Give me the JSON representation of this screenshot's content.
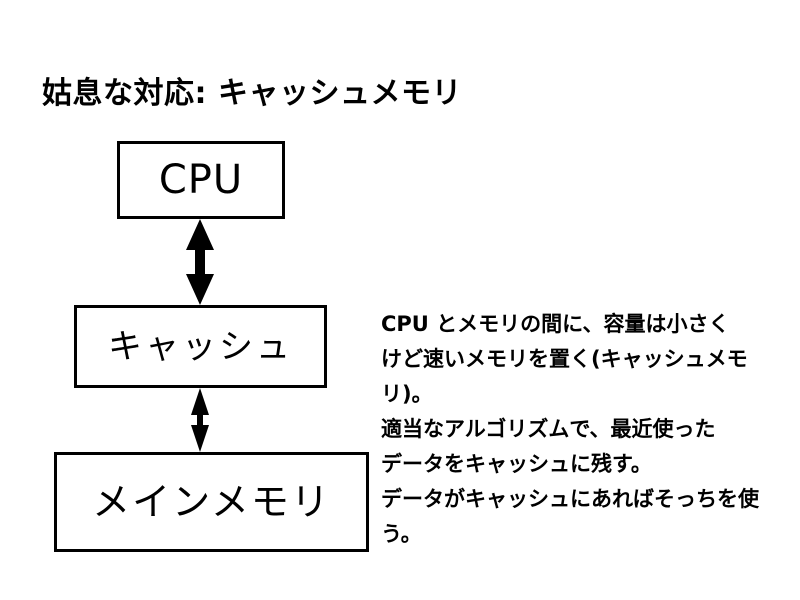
{
  "slide": {
    "title": "姑息な対応: キャッシュメモリ",
    "background_color": "#ffffff",
    "ink_color": "#000000"
  },
  "diagram": {
    "boxes": [
      {
        "id": "cpu",
        "label": "CPU"
      },
      {
        "id": "cache",
        "label": "キャッシュ"
      },
      {
        "id": "mainmem",
        "label": "メインメモリ"
      }
    ],
    "arrows": [
      {
        "id": "cpu-cache",
        "from": "cpu",
        "to": "cache",
        "style": "double-headed-vertical"
      },
      {
        "id": "cache-mem",
        "from": "cache",
        "to": "mainmem",
        "style": "double-headed-vertical"
      }
    ]
  },
  "explanation": {
    "lines": [
      "CPU とメモリの間に、容量は小さく",
      "けど速いメモリを置く(キャッシュメモ",
      "リ)。",
      "適当なアルゴリズムで、最近使った",
      "データをキャッシュに残す。",
      "データがキャッシュにあればそっちを使",
      "う。"
    ]
  }
}
